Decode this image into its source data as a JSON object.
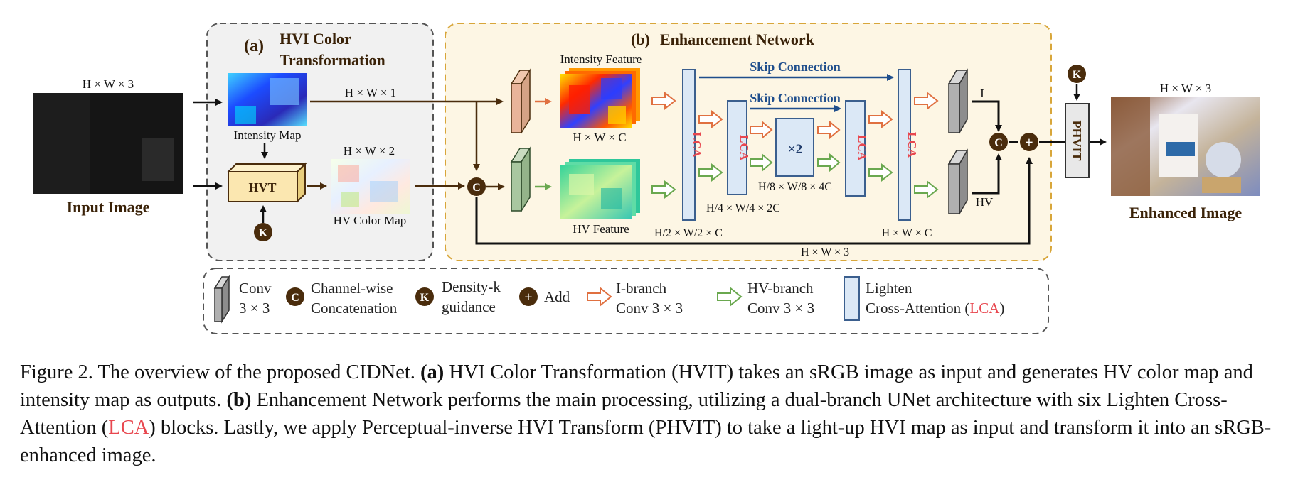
{
  "panel_a": {
    "label": "(a)",
    "title_line1": "HVI Color",
    "title_line2": "Transformation"
  },
  "panel_b": {
    "label": "(b)",
    "title": "Enhancement Network"
  },
  "input": {
    "dims": "H × W × 3",
    "label": "Input Image"
  },
  "intensity_map": {
    "label": "Intensity Map",
    "dims": "H × W × 1"
  },
  "hvt": {
    "label": "HVT"
  },
  "hv_color_map": {
    "label": "HV Color Map",
    "dims": "H × W × 2"
  },
  "k_symbol": "K",
  "c_symbol": "C",
  "plus_symbol": "+",
  "intensity_feature": {
    "label": "Intensity Feature",
    "dims": "H × W × C"
  },
  "hv_feature": {
    "label": "HV Feature"
  },
  "skip_connection": "Skip Connection",
  "lca": "LCA",
  "bottleneck": "×2",
  "dims_labels": {
    "half": "H/2 × W/2 × C",
    "quarter": "H/4 × W/4 × 2C",
    "eighth": "H/8 × W/8 × 4C",
    "full_c": "H × W × C",
    "full_3": "H × W × 3"
  },
  "branch_i": "I",
  "branch_hv": "HV",
  "phvit": "PHVIT",
  "output": {
    "dims": "H × W × 3",
    "label": "Enhanced Image"
  },
  "legend": {
    "conv_line1": "Conv",
    "conv_line2": "3 × 3",
    "concat_line1": "Channel-wise",
    "concat_line2": "Concatenation",
    "density_line1": "Density-k",
    "density_line2": "guidance",
    "add": "Add",
    "ib_line1": "I-branch",
    "ib_line2": "Conv 3 × 3",
    "hvb_line1": "HV-branch",
    "hvb_line2": "Conv 3 × 3",
    "lca_line1": "Lighten",
    "lca_line2_prefix": "Cross-Attention (",
    "lca_line2_red": "LCA",
    "lca_line2_suffix": ")"
  },
  "caption": {
    "p1": "Figure 2. The overview of the proposed CIDNet. ",
    "b1": "(a)",
    "p2": " HVI Color Transformation (HVIT) takes an sRGB image as input and generates HV color map and intensity map as outputs. ",
    "b2": "(b)",
    "p3": " Enhancement Network performs the main processing, utilizing a dual-branch UNet architecture with six Lighten Cross-Attention (",
    "red": "LCA",
    "p4": ") blocks. Lastly, we apply Perceptual-inverse HVI Transform (PHVIT) to take a light-up HVI map as input and transform it into an sRGB-enhanced image."
  },
  "colors": {
    "dark_brown": "#4a2c0c",
    "lca_red": "#e8474f",
    "lca_fill": "#dbe8f6",
    "lca_stroke": "#3b5f8e",
    "skip_blue": "#1f4e8c",
    "i_branch_arrow": "#e07040",
    "hv_branch_arrow": "#6aa84f",
    "panel_a_bg": "#f1f1f1",
    "panel_b_bg": "#fdf6e4",
    "panel_b_border": "#d8a63a",
    "hvt_fill": "#fbe7b0"
  }
}
